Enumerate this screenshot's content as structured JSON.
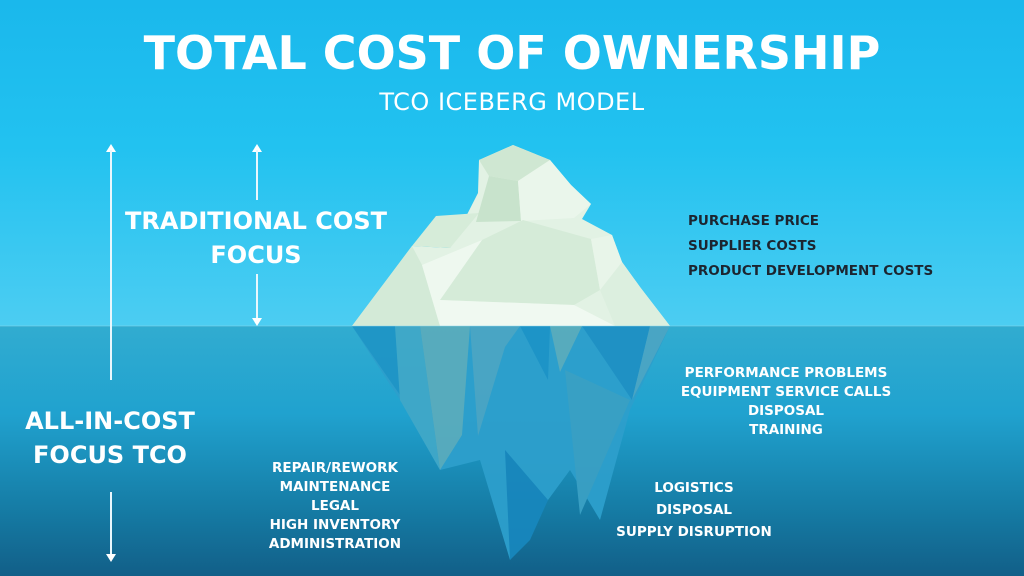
{
  "header": {
    "title": "TOTAL COST OF OWNERSHIP",
    "subtitle": "TCO ICEBERG MODEL"
  },
  "labels": {
    "traditional": [
      "TRADITIONAL COST",
      "FOCUS"
    ],
    "all_in": [
      "ALL-IN-COST",
      "FOCUS TCO"
    ]
  },
  "above_water": {
    "items": [
      "PURCHASE PRICE",
      "SUPPLIER COSTS",
      "PRODUCT DEVELOPMENT COSTS"
    ]
  },
  "below_water": {
    "right_upper": [
      "PERFORMANCE PROBLEMS",
      "EQUIPMENT SERVICE CALLS",
      "DISPOSAL",
      "TRAINING"
    ],
    "left_lower": [
      "REPAIR/REWORK",
      "MAINTENANCE",
      "LEGAL",
      "HIGH INVENTORY",
      "ADMINISTRATION"
    ],
    "right_lower": [
      "LOGISTICS",
      "DISPOSAL",
      "SUPPLY DISRUPTION"
    ]
  },
  "colors": {
    "sky": "#1ab8ec",
    "waterline": "#31acd0",
    "deep": "#125f88",
    "ice": "#e4f3e6",
    "dark_text": "#1c2530"
  }
}
